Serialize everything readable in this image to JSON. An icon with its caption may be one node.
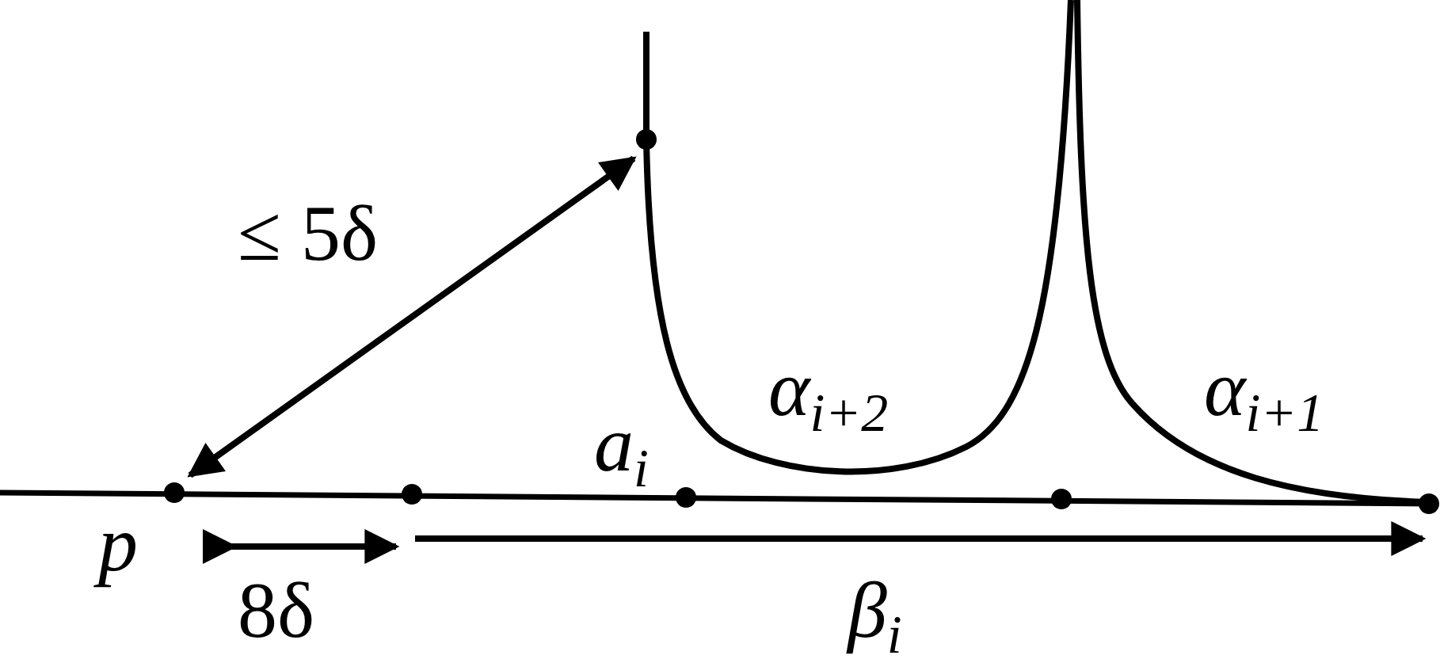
{
  "diagram": {
    "labels": [
      "≤ 5δ",
      "α$_{i+2}$",
      "α$_{i+1}$",
      "a$_{i}$",
      "p",
      "8δ",
      "β$_{i}$"
    ]
  }
}
